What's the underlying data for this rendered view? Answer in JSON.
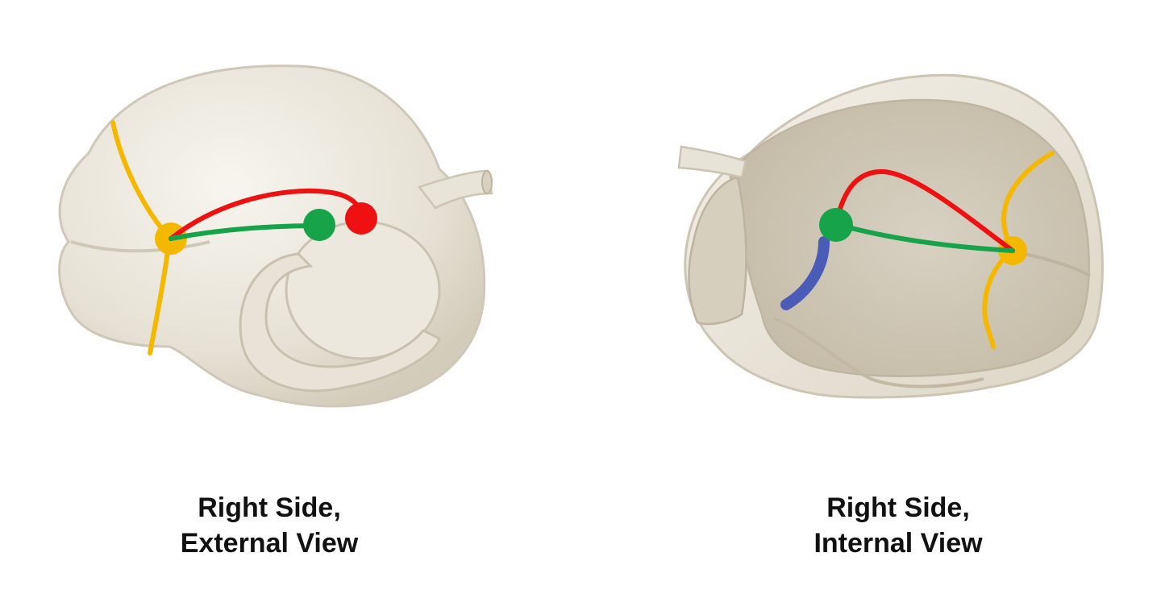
{
  "captions": {
    "left": {
      "line1": "Right Side,",
      "line2": "External View"
    },
    "right": {
      "line1": "Right Side,",
      "line2": "Internal View"
    }
  },
  "colors": {
    "background": "#ffffff",
    "organ_fill": "#ebe7dc",
    "organ_shade": "#d6d0c2",
    "interior_fill": "#cfc7b6",
    "outline": "#c9c1b0",
    "yellow_line": "#f5b800",
    "red_line": "#ee1111",
    "green_line": "#16a34a",
    "blue_line": "#4a5bb8"
  }
}
